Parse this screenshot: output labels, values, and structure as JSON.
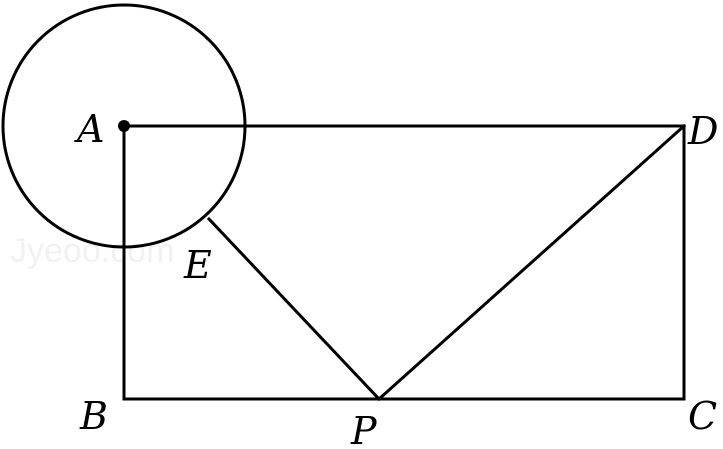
{
  "points": {
    "A": "A",
    "B": "B",
    "C": "C",
    "D": "D",
    "E": "E",
    "P": "P"
  },
  "watermark": "Jyeoo.com"
}
